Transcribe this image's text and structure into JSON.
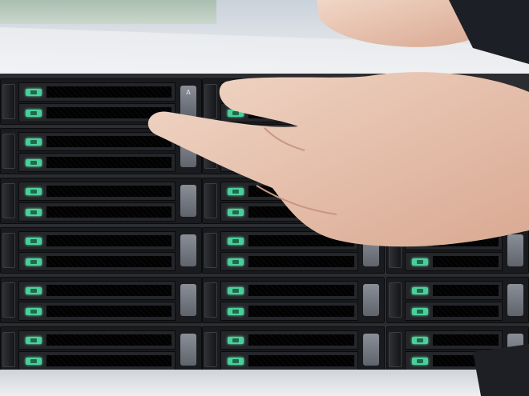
{
  "image": {
    "subject": "server-drive-trays",
    "colors": {
      "chassis": "#2b2d31",
      "tray": "#1a1b1e",
      "led": "#4bcf9a",
      "skin": "#e8c7b3",
      "background": "#d9dee4"
    },
    "trays": [
      {
        "row": 1,
        "col": 1,
        "button_label": "A"
      },
      {
        "row": 2,
        "col": 1,
        "button_label": ""
      },
      {
        "row": 3,
        "col": 1,
        "button_label": ""
      },
      {
        "row": 4,
        "col": 1,
        "button_label": ""
      },
      {
        "row": 5,
        "col": 1,
        "button_label": ""
      },
      {
        "row": 6,
        "col": 1,
        "button_label": ""
      },
      {
        "row": 1,
        "col": 2,
        "button_label": ""
      },
      {
        "row": 2,
        "col": 2,
        "button_label": ""
      },
      {
        "row": 3,
        "col": 2,
        "button_label": ""
      },
      {
        "row": 4,
        "col": 2,
        "button_label": ""
      },
      {
        "row": 5,
        "col": 2,
        "button_label": ""
      },
      {
        "row": 6,
        "col": 2,
        "button_label": ""
      },
      {
        "row": 3,
        "col": 3,
        "button_label": ""
      },
      {
        "row": 4,
        "col": 3,
        "button_label": ""
      },
      {
        "row": 5,
        "col": 3,
        "button_label": ""
      },
      {
        "row": 6,
        "col": 3,
        "button_label": ""
      }
    ]
  }
}
